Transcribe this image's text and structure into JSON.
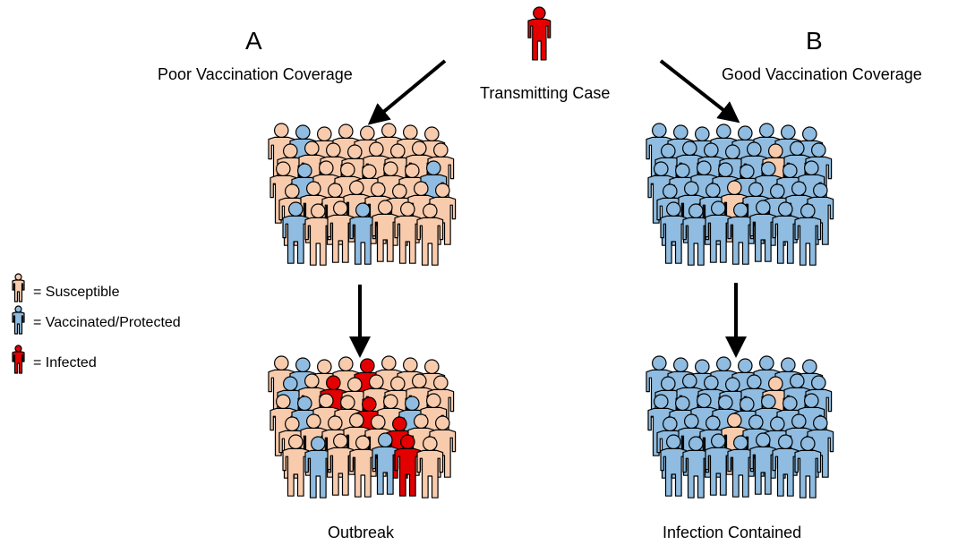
{
  "panels": {
    "a_letter": "A",
    "a_title": "Poor Vaccination Coverage",
    "b_letter": "B",
    "b_title": "Good Vaccination Coverage",
    "a_outcome": "Outbreak",
    "b_outcome": "Infection Contained"
  },
  "source": {
    "label": "Transmitting Case"
  },
  "legend": {
    "susceptible": "= Susceptible",
    "vaccinated": "= Vaccinated/Protected",
    "infected": "= Infected"
  },
  "colors": {
    "susceptible": "#F8CBAD",
    "vaccinated": "#8FBCE0",
    "infected": "#E30000",
    "outline": "#000000",
    "arrow": "#000000"
  },
  "groups": {
    "a_before": [
      "s",
      "v",
      "s",
      "s",
      "s",
      "s",
      "s",
      "s",
      "s",
      "s",
      "s",
      "s",
      "s",
      "s",
      "s",
      "s",
      "s",
      "v",
      "s",
      "s",
      "s",
      "s",
      "s",
      "v",
      "s",
      "s",
      "s",
      "s",
      "s",
      "s",
      "s",
      "s",
      "v",
      "s",
      "s",
      "v",
      "s",
      "s",
      "s"
    ],
    "b_before": [
      "v",
      "v",
      "v",
      "v",
      "v",
      "v",
      "v",
      "v",
      "v",
      "v",
      "v",
      "v",
      "v",
      "s",
      "v",
      "v",
      "v",
      "v",
      "v",
      "v",
      "v",
      "v",
      "v",
      "v",
      "v",
      "v",
      "v",
      "s",
      "v",
      "v",
      "v",
      "v",
      "v",
      "v",
      "v",
      "v",
      "v",
      "v",
      "v"
    ],
    "a_after": [
      "s",
      "v",
      "s",
      "s",
      "i",
      "s",
      "s",
      "s",
      "v",
      "s",
      "i",
      "s",
      "s",
      "s",
      "s",
      "s",
      "s",
      "v",
      "s",
      "s",
      "i",
      "s",
      "v",
      "s",
      "s",
      "s",
      "s",
      "s",
      "s",
      "i",
      "s",
      "s",
      "s",
      "v",
      "s",
      "s",
      "v",
      "i",
      "s"
    ],
    "b_after": [
      "v",
      "v",
      "v",
      "v",
      "v",
      "v",
      "v",
      "v",
      "v",
      "v",
      "v",
      "v",
      "v",
      "s",
      "v",
      "v",
      "v",
      "v",
      "v",
      "v",
      "v",
      "v",
      "v",
      "v",
      "v",
      "v",
      "v",
      "s",
      "v",
      "v",
      "v",
      "v",
      "v",
      "v",
      "v",
      "v",
      "v",
      "v",
      "v"
    ]
  }
}
